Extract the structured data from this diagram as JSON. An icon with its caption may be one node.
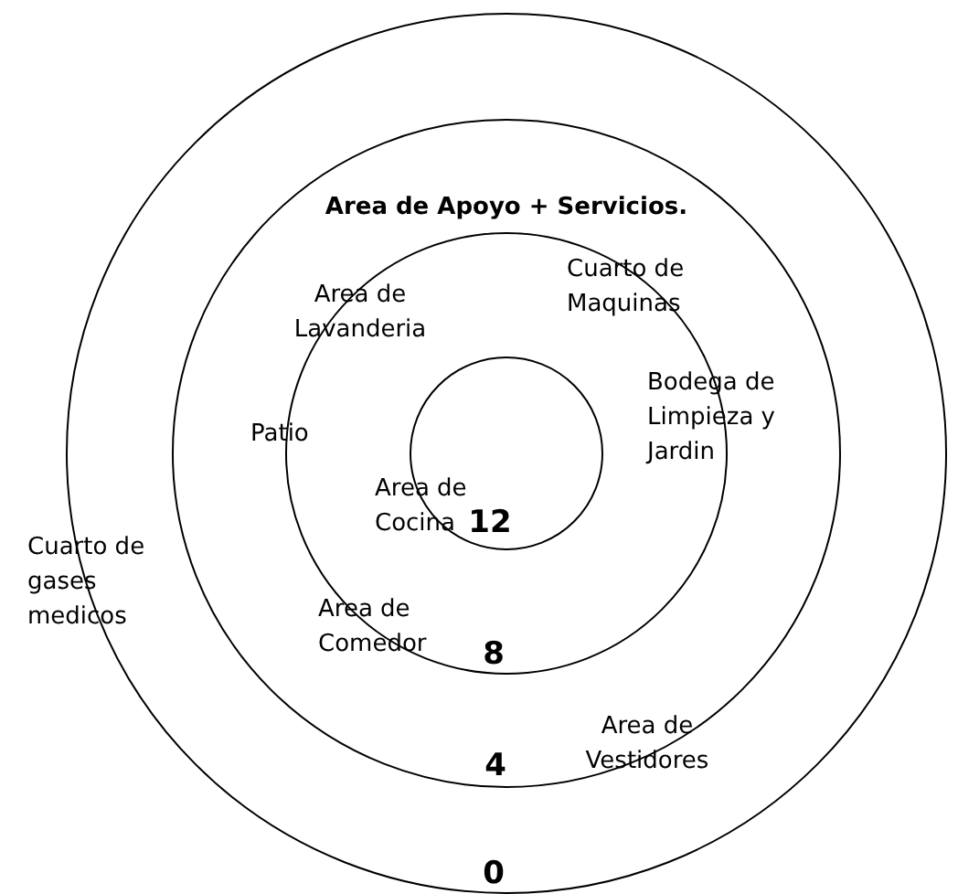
{
  "diagram": {
    "title": "Area de Apoyo + Servicios.",
    "nodes": [
      {
        "text": [],
        "shape": "circle"
      },
      {
        "text": [],
        "shape": "circle",
        "in": 0
      },
      {
        "text": [],
        "shape": "circle",
        "in": 1
      },
      {
        "text": [],
        "shape": "circle",
        "in": 2
      }
    ],
    "labels": [
      "Cuarto de Maquinas",
      "Area de Lavanderia",
      "Bodega de Limpieza y Jardin",
      "Patio",
      "Area de Cocina",
      "12",
      "Cuarto de gases medicos",
      "Area de Comedor",
      "8",
      "Area de Vestidores",
      "4",
      "0"
    ]
  }
}
